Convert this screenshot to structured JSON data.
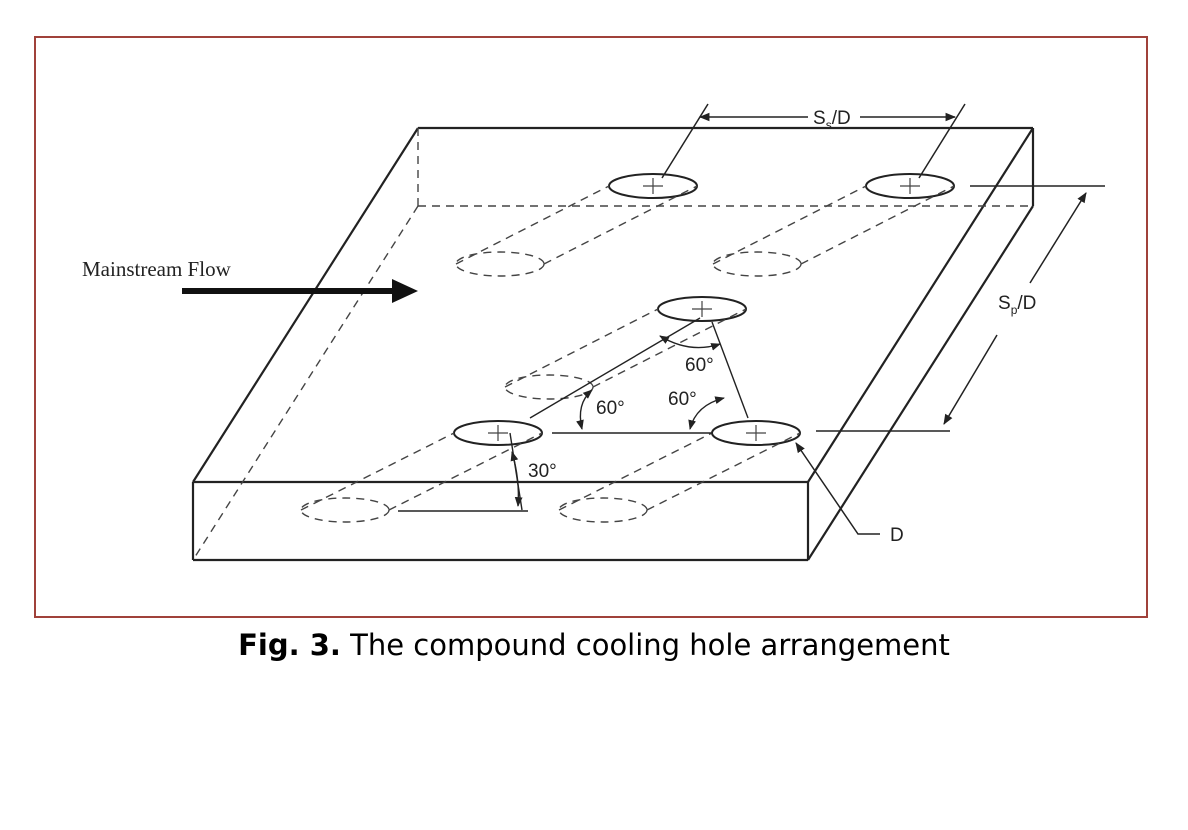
{
  "labels": {
    "mainstream_flow": "Mainstream Flow",
    "ss_main": "S",
    "ss_sub": "s",
    "ss_tail": "/D",
    "sp_main": "S",
    "sp_sub": "p",
    "sp_tail": "/D",
    "angle_60_top": "60°",
    "angle_60_left": "60°",
    "angle_60_right": "60°",
    "angle_30": "30°",
    "diameter": "D"
  },
  "caption": {
    "fig_number": "Fig. 3.",
    "text": " The compound cooling hole arrangement"
  },
  "colors": {
    "frame_border": "#a0413a",
    "line": "#222222"
  }
}
